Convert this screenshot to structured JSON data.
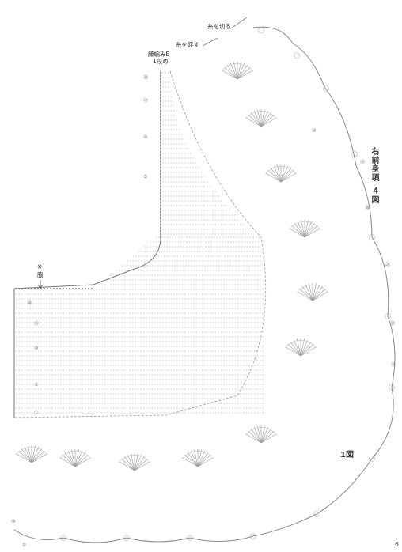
{
  "labels": {
    "cut_yarn": "糸を切る",
    "pass_yarn": "糸を渡す",
    "edging_b": "縁編みB",
    "row_one": "1段め",
    "note_mark": "※",
    "side": "脇",
    "fig_one": "1図",
    "right_front_title": "右前身頃",
    "fig_four": "４図",
    "page_number": "6"
  },
  "row_numbers_left": [
    "⑳",
    "⑮",
    "⑩",
    "⑤",
    "①"
  ],
  "row_numbers_top": [
    "⑳",
    "⑮",
    "⑩",
    "⑤"
  ],
  "row_numbers_right": [
    "⑩",
    "⑮",
    "⑳",
    "㉕",
    "㉚",
    "㉟"
  ],
  "row_numbers_bottom": [
    "①",
    "⑩"
  ],
  "colors": {
    "ink": "#333333",
    "stitch": "#8a8a8a",
    "background": "#ffffff"
  }
}
